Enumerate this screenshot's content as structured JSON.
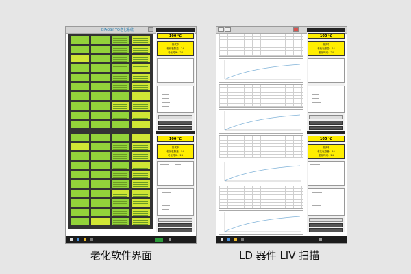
{
  "left_screenshot": {
    "window_title": "BIAOSY TO老化系统",
    "temperature": "100 ℃",
    "status_line": "测试中",
    "line2": "老化板数量：24",
    "line3": "老化时间：24"
  },
  "right_screenshot": {
    "temperature": "100 ℃",
    "status_line": "测试中",
    "line2": "老化板数量：24",
    "line3": "老化时间：24"
  },
  "captions": {
    "left": "老化软件界面",
    "right": "LD 器件 LIV 扫描"
  },
  "colors": {
    "cell_green": "#93d33a",
    "cell_yellow": "#d0e635",
    "status_yellow": "#ffee00",
    "taskbar": "#1c1c1c"
  }
}
